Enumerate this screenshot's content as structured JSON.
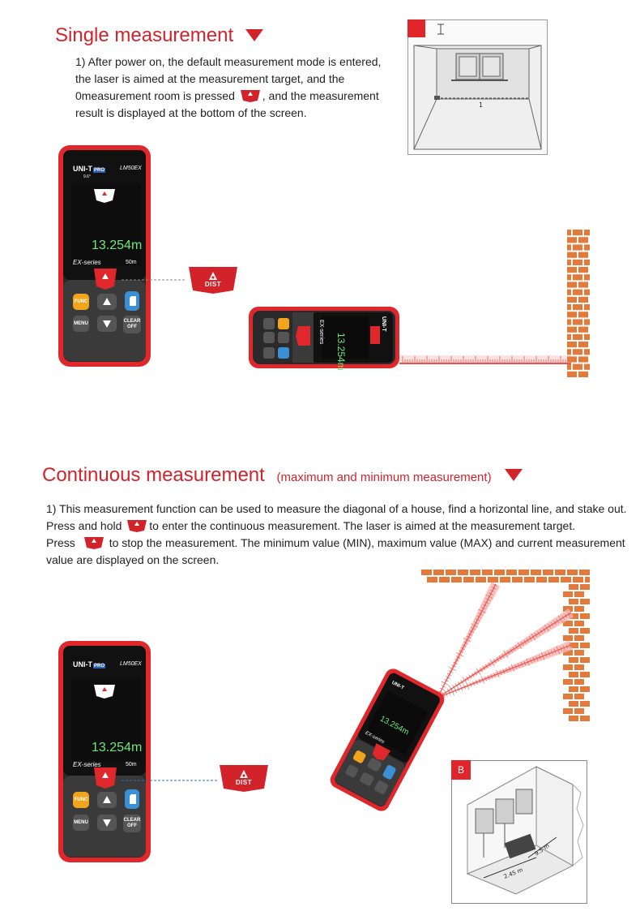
{
  "section1": {
    "title": "Single measurement",
    "para": [
      "1) After power on, the default measurement mode is entered,",
      "the laser is aimed at the measurement target, and the",
      "0measurement room is pressed",
      ", and the measurement",
      "result is displayed at the bottom of the screen."
    ],
    "diagram_value": "1"
  },
  "section2": {
    "title": "Continuous measurement",
    "subtitle": "(maximum and minimum measurement)",
    "para": [
      "1) This measurement function can be used to measure the diagonal of a house, find a horizontal line, and stake out.",
      "Press and hold",
      "to enter the continuous measurement. The laser is aimed at the measurement target.",
      "Press",
      "to stop the measurement. The minimum value (MIN), maximum value (MAX) and current measurement",
      "value are displayed on the screen."
    ],
    "badge": "B",
    "dim1": "9.5 m",
    "dim2": "2.45 m"
  },
  "device": {
    "brand": "UNI-T",
    "brand_suffix": "PRO",
    "model": "LM50EX",
    "mode": "DIST",
    "reading": "13.254m",
    "series": "EX-series",
    "range": "50m",
    "key_func": "FUNC",
    "key_menu": "MENU",
    "key_clear": "CLEAR OFF",
    "angle": "9.6°"
  },
  "dist_label": "DIST",
  "colors": {
    "accent": "#d3232a",
    "device_red": "#e0282c",
    "brick": "#e27a3c",
    "laser": "#e8534f"
  }
}
